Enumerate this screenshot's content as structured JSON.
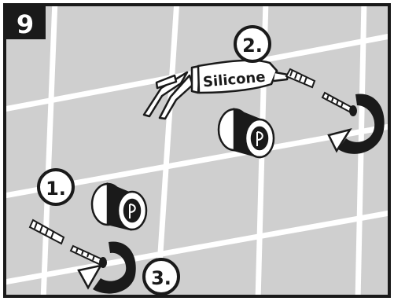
{
  "step": {
    "number": "9"
  },
  "callouts": {
    "one": "1.",
    "two": "2.",
    "three": "3."
  },
  "tube": {
    "label": "Silicone"
  },
  "colors": {
    "background": "#cfcfcf",
    "grout": "#ffffff",
    "frame": "#1a1a1a",
    "badge": "#1a1a1a",
    "badge_text": "#ffffff"
  },
  "icons": [
    "silicone-tube-icon",
    "wall-plug-icon",
    "screw-icon",
    "rotate-arrow-icon",
    "valve-fitting-icon"
  ]
}
